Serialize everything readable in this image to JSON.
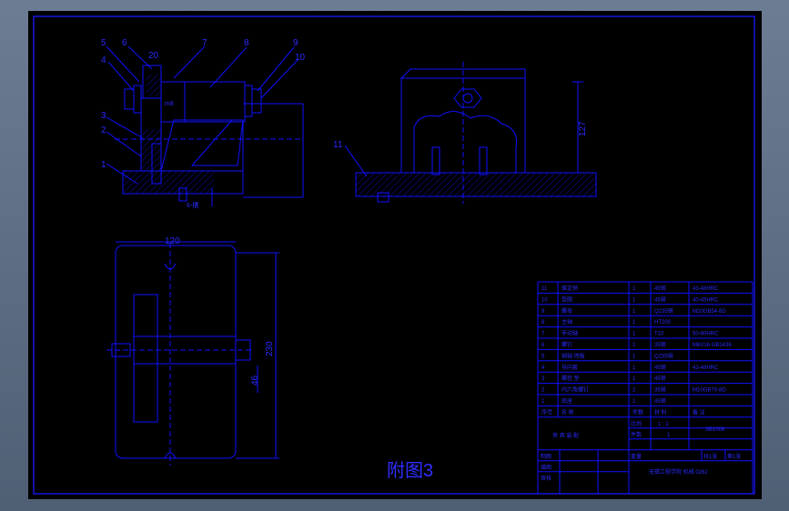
{
  "drawing": {
    "caption": "附图3",
    "callouts": [
      "1",
      "2",
      "3",
      "4",
      "5",
      "6",
      "7",
      "8",
      "9",
      "10",
      "11"
    ],
    "dimensions": {
      "top_width": "20",
      "side_height": "127",
      "plan_width": "120",
      "plan_height": "230",
      "plan_offset": "46",
      "slot_note": "6-槽",
      "bolt_note": "m8"
    }
  },
  "bom": {
    "rows": [
      {
        "no": "11",
        "name": "锥定销",
        "qty": "1",
        "material": "45钢",
        "note": "43-48HRC"
      },
      {
        "no": "10",
        "name": "垫圈",
        "qty": "1",
        "material": "45钢",
        "note": "40-45HRC"
      },
      {
        "no": "9",
        "name": "螺母",
        "qty": "1",
        "material": "Q235钢",
        "note": "M20GB54-8D"
      },
      {
        "no": "8",
        "name": "主轴",
        "qty": "1",
        "material": "HT200",
        "note": ""
      },
      {
        "no": "7",
        "name": "手动轴",
        "qty": "1",
        "material": "T10",
        "note": "50-60HRC"
      },
      {
        "no": "6",
        "name": "螺钉",
        "qty": "1",
        "material": "35钢",
        "note": "M6X16 GB1436"
      },
      {
        "no": "5",
        "name": "销轴 挡板",
        "qty": "1",
        "material": "Q235钢",
        "note": ""
      },
      {
        "no": "4",
        "name": "导向套",
        "qty": "1",
        "material": "45钢",
        "note": "43-48HRC"
      },
      {
        "no": "3",
        "name": "螺栓 垫",
        "qty": "1",
        "material": "45钢",
        "note": ""
      },
      {
        "no": "2",
        "name": "内六角螺钉",
        "qty": "2",
        "material": "35钢",
        "note": "M10GB70-8D"
      },
      {
        "no": "1",
        "name": "底座",
        "qty": "1",
        "material": "45钢",
        "note": ""
      }
    ],
    "header": {
      "no": "序号",
      "name": "名 称",
      "qty": "件数",
      "material": "材 料",
      "note": "备 注"
    },
    "title_name": "夹 具 装 配",
    "ratio_label": "比例",
    "ratio": "1 : 1",
    "sheets_label": "件数",
    "sheets": "1",
    "drawing_no": "SB1006",
    "drawn_label": "制图",
    "checked_label": "描图",
    "reviewed_label": "审核",
    "weight_label": "重量",
    "total_label": "共1张",
    "sheet_label": "第1张",
    "school": "无锡工程学院 机械 0262"
  }
}
